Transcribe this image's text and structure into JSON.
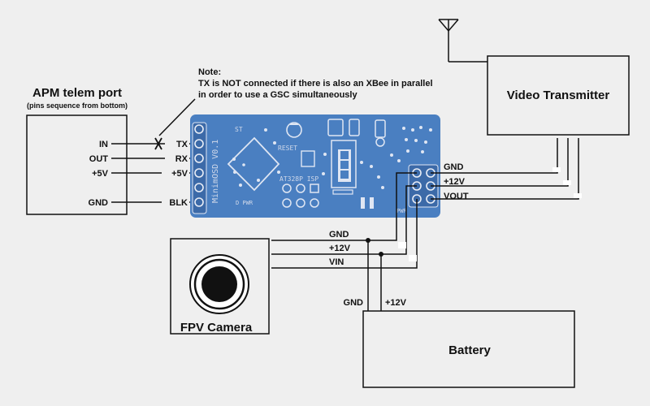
{
  "apm": {
    "title": "APM telem port",
    "subtitle": "(pins sequence from bottom)",
    "pins": [
      "IN",
      "OUT",
      "+5V",
      "GND"
    ]
  },
  "note": {
    "heading": "Note:",
    "line1": "TX is NOT connected if there is also an XBee in parallel",
    "line2": "in order to use a GSC simultaneously"
  },
  "osd": {
    "left_pins": [
      "TX",
      "RX",
      "+5V",
      "BLK"
    ],
    "right_pins": [
      "GND",
      "+12V",
      "VOUT"
    ],
    "silkscreen": {
      "name": "MinimOSD V0.1",
      "reset": "RESET",
      "chip": "AT328P ISP",
      "st": "ST",
      "pwr1": "D PWR",
      "pwr2": "PWR"
    }
  },
  "video_tx": {
    "label": "Video Transmitter"
  },
  "camera": {
    "label": "FPV Camera",
    "pins": [
      "GND",
      "+12V",
      "VIN"
    ]
  },
  "battery": {
    "label": "Battery",
    "pins": [
      "GND",
      "+12V"
    ]
  },
  "colors": {
    "board": "#4a7fc1",
    "background": "#efefef",
    "wire": "#111111"
  }
}
